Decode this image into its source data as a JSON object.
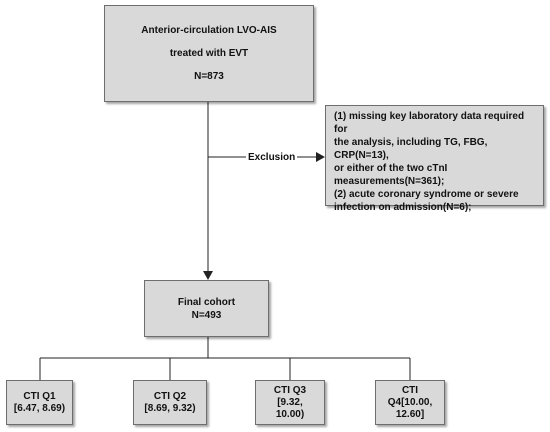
{
  "diagram": {
    "top": {
      "line1": "Anterior-circulation LVO-AIS",
      "line2": "treated with EVT",
      "line3": "N=873"
    },
    "exclusion_label": "Exclusion",
    "exclusion_box": {
      "lines": [
        "(1) missing key laboratory data required for",
        "the analysis, including TG, FBG, CRP(N=13),",
        "or either of the two cTnI",
        "measurements(N=361);",
        "(2) acute coronary syndrome or severe",
        "infection on admission(N=6);"
      ]
    },
    "final": {
      "line1": "Final cohort",
      "line2": "N=493"
    },
    "quartiles": [
      {
        "line1": "CTI Q1",
        "line2": "[6.47, 8.69)"
      },
      {
        "line1": "CTI Q2",
        "line2": "[8.69, 9.32)"
      },
      {
        "line1": "CTI Q3",
        "line2": "[9.32,",
        "line3": "10.00)"
      },
      {
        "line1": "CTI",
        "line2": "Q4[10.00,",
        "line3": "12.60]"
      }
    ]
  }
}
